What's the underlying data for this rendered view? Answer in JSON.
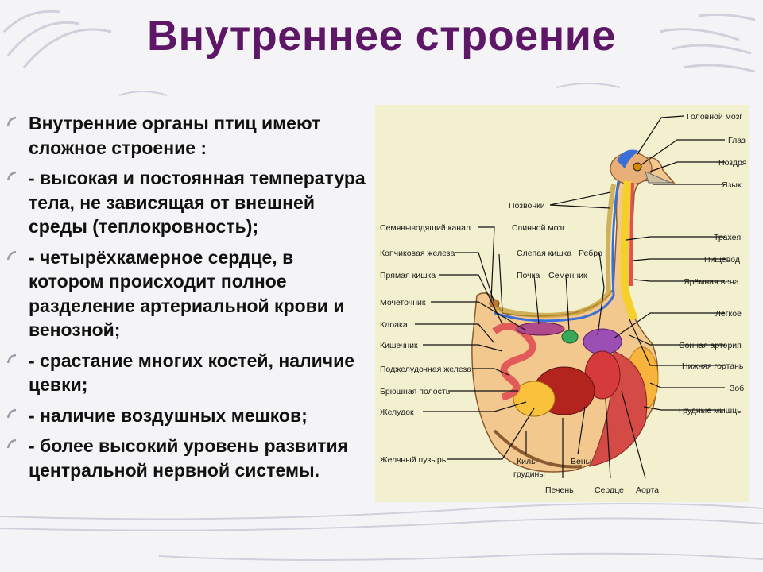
{
  "slide": {
    "title": "Внутреннее строение"
  },
  "bullets": [
    "Внутренние органы птиц имеют сложное строение :",
    "- высокая и постоянная температура тела, не зависящая от внешней среды (теплокровность);",
    "- четырёхкамерное сердце, в котором происходит полное разделение артериальной крови и венозной;",
    "- срастание многих костей, наличие цевки;",
    "- наличие воздушных мешков;",
    "- более высокий уровень развития центральной нервной системы."
  ],
  "diagram": {
    "labels": {
      "brain": "Головной мозг",
      "eye": "Глаз",
      "nostril": "Ноздря",
      "tongue": "Язык",
      "vertebrae": "Позвонки",
      "spinal_cord": "Спинной мозг",
      "trachea": "Трахея",
      "esophagus": "Пищевод",
      "jugular_vein": "Ярёмная вена",
      "lung": "Лёгкое",
      "carotid_artery": "Сонная артерия",
      "lower_larynx": "Нижняя гортань",
      "crop": "Зоб",
      "pectoral_muscles": "Грудные мышцы",
      "seminal_duct": "Семявыводящий канал",
      "coccygeal_gland": "Копчиковая железа",
      "caecum": "Слепая кишка",
      "rib": "Ребро",
      "rectum": "Прямая кишка",
      "kidney": "Почка",
      "testis": "Семенник",
      "ureter": "Мочеточник",
      "cloaca": "Клоака",
      "intestine": "Кишечник",
      "pancreas": "Поджелудочная железа",
      "abdominal_cavity": "Брюшная полость",
      "stomach": "Желудок",
      "gallbladder": "Желчный пузырь",
      "keel_line1": "Киль",
      "keel_line2": "грудины",
      "veins": "Вены",
      "liver": "Печень",
      "heart": "Сердце",
      "aorta": "Аорта"
    }
  },
  "icons": {
    "bullet": "curved-stroke-bullet-icon"
  },
  "colors": {
    "title": "#5e1766",
    "text": "#111111",
    "diagram_bg": "#f3f0cf",
    "background": "#f4f4f6",
    "stroke_decor": "#b9b9cc"
  }
}
